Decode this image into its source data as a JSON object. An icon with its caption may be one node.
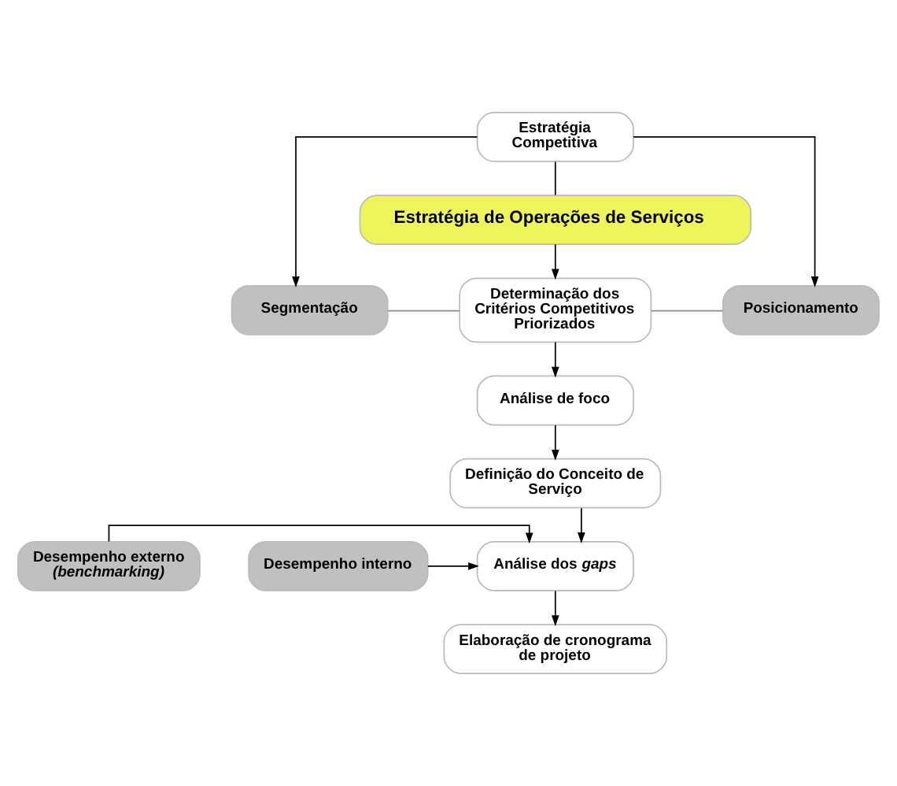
{
  "diagram": {
    "nodes": [
      {
        "text": [
          "Estratégia Competitiva"
        ]
      },
      {
        "text": [
          "Estratégia de Operações de Serviços"
        ]
      },
      {
        "text": [
          "Segmentação"
        ]
      },
      {
        "text": [
          "Determinação dos Critérios Competitivos Priorizados"
        ]
      },
      {
        "text": [
          "Posicionamento"
        ]
      },
      {
        "text": [
          "Análise de foco"
        ]
      },
      {
        "text": [
          "Definição do Conceito de Serviço"
        ]
      },
      {
        "text": [
          "Desempenho externo *(benchmarking)*"
        ]
      },
      {
        "text": [
          "Análise dos *gaps*"
        ]
      },
      {
        "text": [
          "Desempenho interno"
        ]
      },
      {
        "text": [
          "Elaboração de cronograma de projeto"
        ]
      }
    ],
    "edges": [
      {
        "from": 0,
        "to": 2,
        "arrow": "to"
      },
      {
        "from": 0,
        "to": 1,
        "arrow": "none"
      },
      {
        "from": 0,
        "to": 4,
        "arrow": "to"
      },
      {
        "from": 1,
        "to": 3,
        "arrow": "to"
      },
      {
        "from": 2,
        "to": 3,
        "arrow": "none",
        "color": "#8c8c8c"
      },
      {
        "from": 3,
        "to": 4,
        "arrow": "none",
        "color": "#8c8c8c"
      },
      {
        "from": 3,
        "to": 5,
        "arrow": "to"
      },
      {
        "from": 5,
        "to": 6,
        "arrow": "to"
      },
      {
        "from": 6,
        "to": 8,
        "arrow": "to"
      },
      {
        "from": 7,
        "to": 8,
        "arrow": "to"
      },
      {
        "from": 9,
        "to": 8,
        "arrow": "to"
      },
      {
        "from": 8,
        "to": 10,
        "arrow": "to"
      }
    ]
  }
}
